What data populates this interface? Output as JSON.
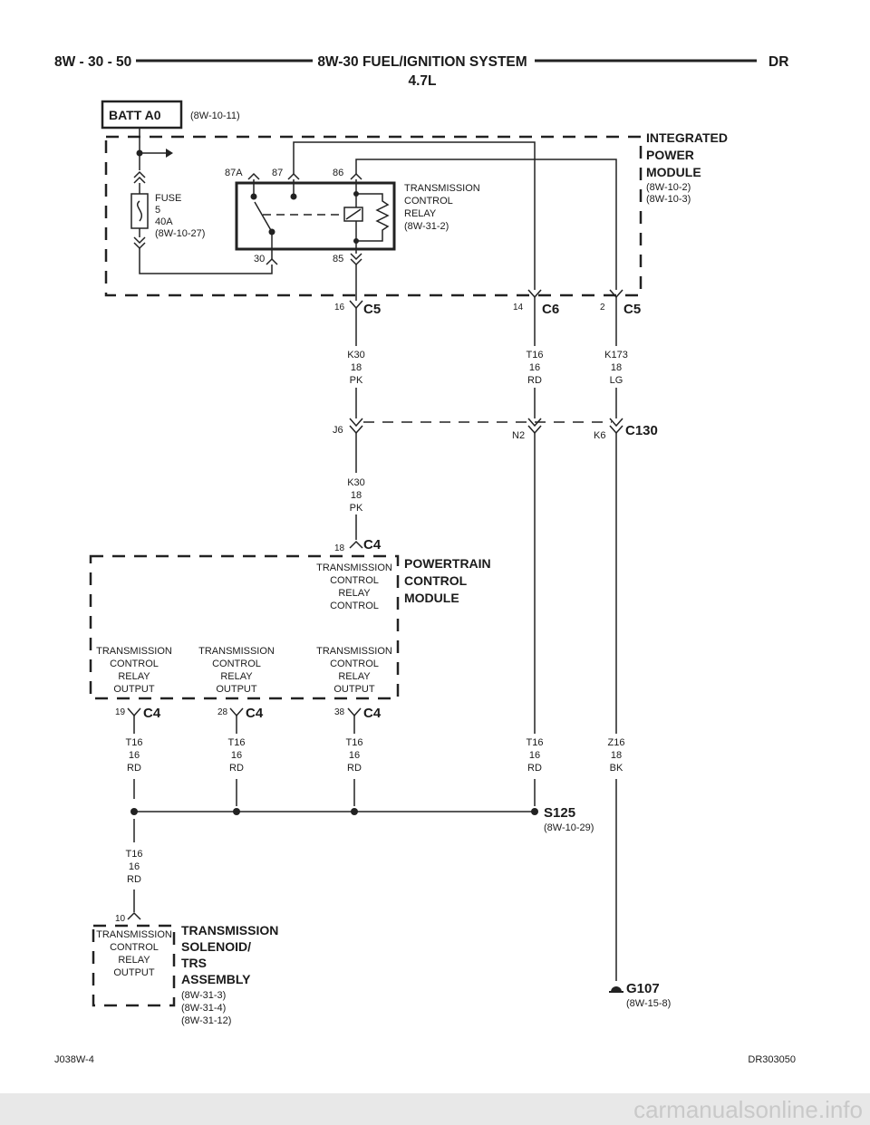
{
  "header": {
    "page": "8W - 30 - 50",
    "title_line1": "8W-30 FUEL/IGNITION SYSTEM",
    "title_line2": "4.7L",
    "model": "DR"
  },
  "battery": {
    "label": "BATT A0",
    "ref": "(8W-10-11)"
  },
  "ipm": {
    "name": [
      "INTEGRATED",
      "POWER",
      "MODULE"
    ],
    "refs": [
      "(8W-10-2)",
      "(8W-10-3)"
    ],
    "fuse": [
      "FUSE",
      "5",
      "40A",
      "(8W-10-27)"
    ],
    "relay_name": [
      "TRANSMISSION",
      "CONTROL",
      "RELAY",
      "(8W-31-2)"
    ],
    "pins": {
      "p87a": "87A",
      "p87": "87",
      "p86": "86",
      "p30": "30",
      "p85": "85"
    }
  },
  "connectors": {
    "c5a": {
      "pin": "16",
      "name": "C5"
    },
    "c6": {
      "pin": "14",
      "name": "C6"
    },
    "c5b": {
      "pin": "2",
      "name": "C5"
    },
    "c130": {
      "name": "C130",
      "pins": [
        "J6",
        "N2",
        "K6"
      ]
    },
    "c4top": {
      "pin": "18",
      "name": "C4"
    },
    "c4a": {
      "pin": "19",
      "name": "C4"
    },
    "c4b": {
      "pin": "28",
      "name": "C4"
    },
    "c4c": {
      "pin": "38",
      "name": "C4"
    },
    "tcm": {
      "pin": "10"
    }
  },
  "wires": {
    "k30a": [
      "K30",
      "18",
      "PK"
    ],
    "t16a": [
      "T16",
      "16",
      "RD"
    ],
    "k173": [
      "K173",
      "18",
      "LG"
    ],
    "k30b": [
      "K30",
      "18",
      "PK"
    ],
    "t16b": [
      "T16",
      "16",
      "RD"
    ],
    "t16c": [
      "T16",
      "16",
      "RD"
    ],
    "t16d": [
      "T16",
      "16",
      "RD"
    ],
    "t16e": [
      "T16",
      "16",
      "RD"
    ],
    "z16": [
      "Z16",
      "18",
      "BK"
    ],
    "t16f": [
      "T16",
      "16",
      "RD"
    ]
  },
  "pcm": {
    "name": [
      "POWERTRAIN",
      "CONTROL",
      "MODULE"
    ],
    "control": [
      "TRANSMISSION",
      "CONTROL",
      "RELAY",
      "CONTROL"
    ],
    "output": [
      "TRANSMISSION",
      "CONTROL",
      "RELAY",
      "OUTPUT"
    ]
  },
  "splice": {
    "name": "S125",
    "ref": "(8W-10-29)"
  },
  "ground": {
    "name": "G107",
    "ref": "(8W-15-8)"
  },
  "solenoid": {
    "name": [
      "TRANSMISSION",
      "SOLENOID/",
      "TRS",
      "ASSEMBLY"
    ],
    "refs": [
      "(8W-31-3)",
      "(8W-31-4)",
      "(8W-31-12)"
    ],
    "inner": [
      "TRANSMISSION",
      "CONTROL",
      "RELAY",
      "OUTPUT"
    ]
  },
  "footer": {
    "left": "J038W-4",
    "right": "DR303050"
  },
  "watermark": "carmanualsonline.info"
}
